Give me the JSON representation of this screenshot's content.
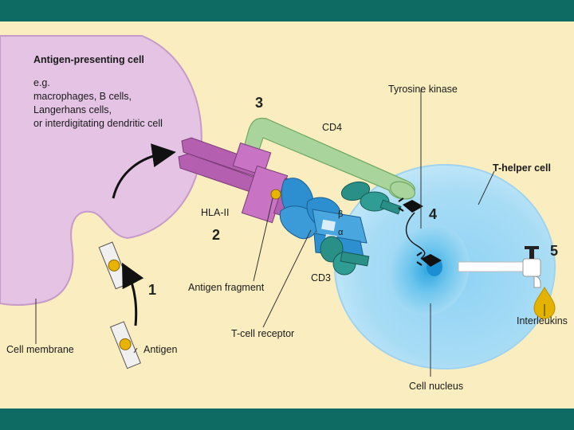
{
  "labels": {
    "apc_title": "Antigen-presenting cell",
    "apc_eg": "e.g.",
    "apc_line1": "macrophages, B cells,",
    "apc_line2": "Langerhans cells,",
    "apc_line3": "or interdigitating dendritic cell",
    "tyrosine_kinase": "Tyrosine kinase",
    "cd4": "CD4",
    "t_helper_cell": "T-helper cell",
    "hla_ii": "HLA-II",
    "antigen_fragment": "Antigen fragment",
    "cd3": "CD3",
    "t_cell_receptor": "T-cell receptor",
    "cell_membrane": "Cell membrane",
    "antigen": "Antigen",
    "cell_nucleus": "Cell nucleus",
    "interleukins": "Interleukins",
    "beta": "β",
    "alpha": "α"
  },
  "steps": {
    "s1": "1",
    "s2": "2",
    "s3": "3",
    "s4": "4",
    "s5": "5"
  },
  "colors": {
    "background_frame": "#0d6b63",
    "panel": "#faeec1",
    "apc_cell": "#e4c3e4",
    "hla": "#b55fb0",
    "cd4": "#a9d49b",
    "tcr": "#2d8fcf",
    "cd3": "#2a8f86",
    "t_cell": "#a8dcf5",
    "nucleus": "#6fc6ee",
    "antigen_core": "#e8b400"
  }
}
